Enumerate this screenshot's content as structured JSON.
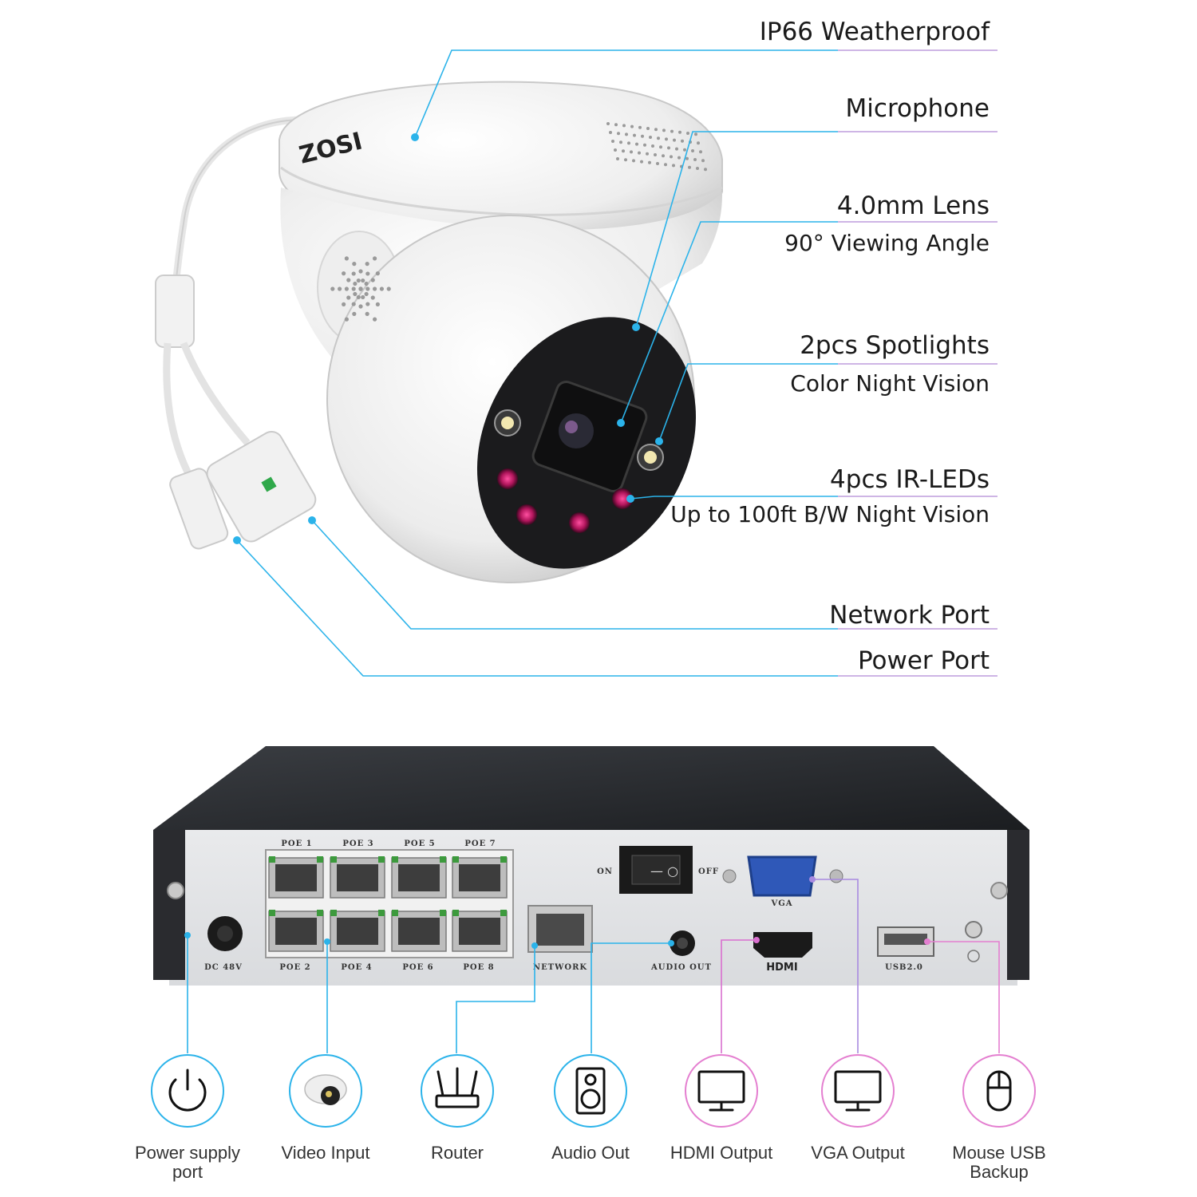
{
  "camera": {
    "brand": "ZOSI",
    "callouts": [
      {
        "title": "IP66 Weatherproof",
        "sub": ""
      },
      {
        "title": "Microphone",
        "sub": ""
      },
      {
        "title": "4.0mm Lens",
        "sub": "90° Viewing Angle"
      },
      {
        "title": "2pcs Spotlights",
        "sub": "Color Night Vision"
      },
      {
        "title": "4pcs IR-LEDs",
        "sub": "Up to 100ft B/W Night Vision"
      },
      {
        "title": "Network Port",
        "sub": ""
      },
      {
        "title": "Power Port",
        "sub": ""
      }
    ]
  },
  "nvr": {
    "poe_top": [
      "POE 1",
      "POE 3",
      "POE 5",
      "POE 7"
    ],
    "poe_bottom": [
      "POE 2",
      "POE 4",
      "POE 6",
      "POE 8"
    ],
    "dc": "DC 48V",
    "network": "NETWORK",
    "audio_out": "AUDIO OUT",
    "on": "ON",
    "off": "OFF",
    "vga": "VGA",
    "hdmi": "HDMI",
    "usb": "USB2.0"
  },
  "icons": [
    {
      "name": "power-icon",
      "line1": "Power supply",
      "line2": "port"
    },
    {
      "name": "camera-icon",
      "line1": "Video Input",
      "line2": ""
    },
    {
      "name": "router-icon",
      "line1": "Router",
      "line2": ""
    },
    {
      "name": "speaker-icon",
      "line1": "Audio Out",
      "line2": ""
    },
    {
      "name": "monitor-icon",
      "line1": "HDMI Output",
      "line2": ""
    },
    {
      "name": "monitor-icon",
      "line1": "VGA Output",
      "line2": ""
    },
    {
      "name": "mouse-icon",
      "line1": "Mouse USB",
      "line2": "Backup"
    }
  ],
  "colors": {
    "blue": "#2bb3ea",
    "pink": "#e47fd0",
    "line": "#c8a8d8"
  }
}
